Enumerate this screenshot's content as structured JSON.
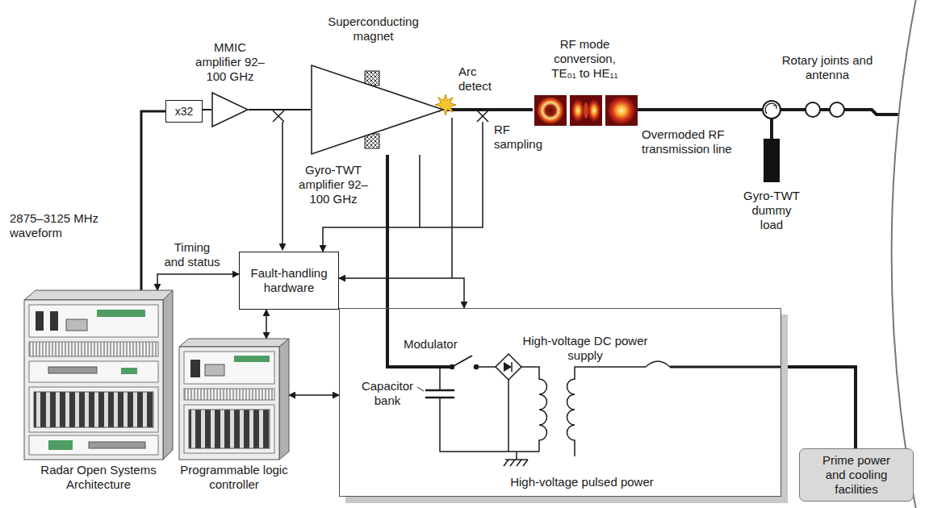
{
  "diagram": {
    "nodes": [
      {
        "text": [
          "x32"
        ]
      },
      {
        "text": [
          "MMIC amplifier 92–100 GHz"
        ]
      },
      {
        "text": [
          "Gyro-TWT amplifier 92–100 GHz"
        ]
      },
      {
        "text": [
          "Fault-handling hardware"
        ]
      },
      {
        "text": [
          "Radar Open Systems Architecture"
        ]
      },
      {
        "text": [
          "Programmable logic controller"
        ]
      },
      {
        "text": [
          "High-voltage pulsed power"
        ]
      },
      {
        "text": [
          "Prime power and cooling facilities"
        ]
      },
      {
        "text": [
          "Gyro-TWT dummy load"
        ]
      },
      {
        "text": [
          "RF mode conversion, TE₀₁ to HE₁₁"
        ]
      },
      {
        "text": [
          "Rotary joints and antenna"
        ]
      }
    ],
    "edges": [
      {
        "from": 4,
        "to": 0,
        "arrow": "none"
      },
      {
        "from": 0,
        "to": 1,
        "arrow": "none"
      },
      {
        "from": 1,
        "to": 2,
        "arrow": "none"
      },
      {
        "from": 4,
        "to": 3,
        "label": "Timing and status",
        "arrow": "both"
      },
      {
        "from": 2,
        "to": 9,
        "arrow": "none"
      },
      {
        "from": 9,
        "to": 10,
        "arrow": "none"
      },
      {
        "from": 9,
        "to": 8,
        "arrow": "none"
      },
      {
        "from": 3,
        "to": 5,
        "arrow": "both"
      },
      {
        "from": 5,
        "to": 6,
        "arrow": "both"
      },
      {
        "from": 3,
        "to": 6,
        "arrow": "both"
      },
      {
        "from": 2,
        "to": 3,
        "arrow": "to"
      },
      {
        "from": 6,
        "to": 2,
        "arrow": "none"
      },
      {
        "from": 7,
        "to": 6,
        "arrow": "none"
      }
    ],
    "labels": [
      "Superconducting magnet",
      "Arc detect",
      "RF sampling",
      "Overmoded RF transmission line",
      "2875–3125 MHz waveform",
      "Modulator",
      "High-voltage DC power supply",
      "Capacitor bank"
    ]
  }
}
